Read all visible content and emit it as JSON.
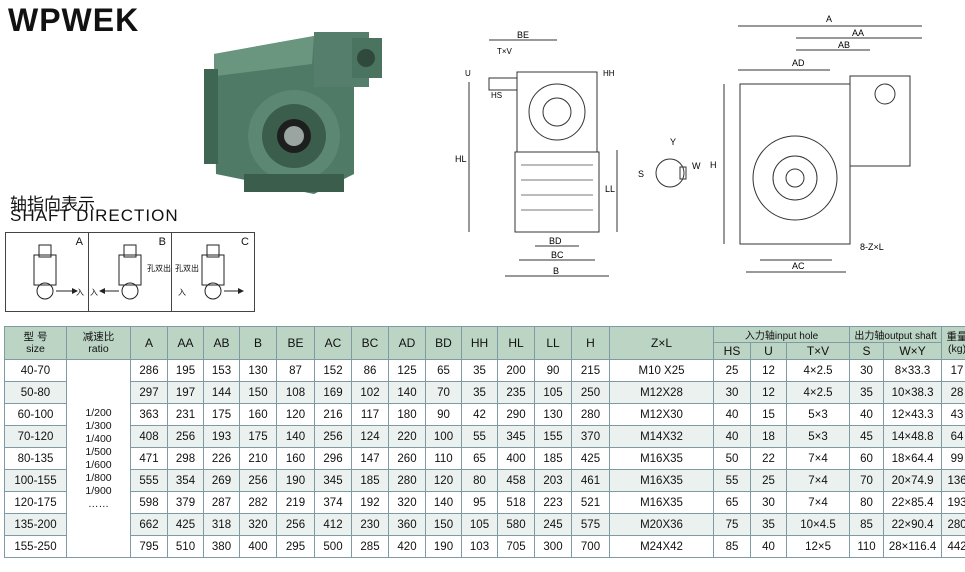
{
  "title": "WPWEK",
  "shaft_direction": {
    "label_zh": "轴指向表示",
    "label_en": "SHAFT DIRECTION",
    "cells": [
      {
        "letter": "A",
        "tags": [
          "入"
        ]
      },
      {
        "letter": "B",
        "tags": [
          "孔双出",
          "入"
        ]
      },
      {
        "letter": "C",
        "tags": [
          "孔双出",
          "入"
        ]
      }
    ]
  },
  "drawing_labels": {
    "side": [
      "BE",
      "T×V",
      "U",
      "HS",
      "HH",
      "HL",
      "LL",
      "BD",
      "BC",
      "B"
    ],
    "key": [
      "Y",
      "W",
      "S"
    ],
    "front": [
      "A",
      "AA",
      "AB",
      "AD",
      "H",
      "AC",
      "8-Z×L"
    ]
  },
  "table": {
    "headers": {
      "size": {
        "zh": "型 号",
        "en": "size"
      },
      "ratio": {
        "zh": "减速比",
        "en": "ratio"
      },
      "cols": [
        "A",
        "AA",
        "AB",
        "B",
        "BE",
        "AC",
        "BC",
        "AD",
        "BD",
        "HH",
        "HL",
        "LL",
        "H",
        "Z×L"
      ],
      "input_group": "入力轴input hole",
      "input_cols": [
        "HS",
        "U",
        "T×V"
      ],
      "output_group": "出力轴output shaft",
      "output_cols": [
        "S",
        "W×Y"
      ],
      "weight": {
        "zh": "重量",
        "en": "(kg)"
      }
    },
    "ratios": [
      "1/200",
      "1/300",
      "1/400",
      "1/500",
      "1/600",
      "1/800",
      "1/900",
      "……"
    ],
    "rows": [
      [
        "40-70",
        "286",
        "195",
        "153",
        "130",
        "87",
        "152",
        "86",
        "125",
        "65",
        "35",
        "200",
        "90",
        "215",
        "M10 X25",
        "25",
        "12",
        "4×2.5",
        "30",
        "8×33.3",
        "17"
      ],
      [
        "50-80",
        "297",
        "197",
        "144",
        "150",
        "108",
        "169",
        "102",
        "140",
        "70",
        "35",
        "235",
        "105",
        "250",
        "M12X28",
        "30",
        "12",
        "4×2.5",
        "35",
        "10×38.3",
        "28"
      ],
      [
        "60-100",
        "363",
        "231",
        "175",
        "160",
        "120",
        "216",
        "117",
        "180",
        "90",
        "42",
        "290",
        "130",
        "280",
        "M12X30",
        "40",
        "15",
        "5×3",
        "40",
        "12×43.3",
        "43"
      ],
      [
        "70-120",
        "408",
        "256",
        "193",
        "175",
        "140",
        "256",
        "124",
        "220",
        "100",
        "55",
        "345",
        "155",
        "370",
        "M14X32",
        "40",
        "18",
        "5×3",
        "45",
        "14×48.8",
        "64"
      ],
      [
        "80-135",
        "471",
        "298",
        "226",
        "210",
        "160",
        "296",
        "147",
        "260",
        "110",
        "65",
        "400",
        "185",
        "425",
        "M16X35",
        "50",
        "22",
        "7×4",
        "60",
        "18×64.4",
        "99"
      ],
      [
        "100-155",
        "555",
        "354",
        "269",
        "256",
        "190",
        "345",
        "185",
        "280",
        "120",
        "80",
        "458",
        "203",
        "461",
        "M16X35",
        "55",
        "25",
        "7×4",
        "70",
        "20×74.9",
        "136"
      ],
      [
        "120-175",
        "598",
        "379",
        "287",
        "282",
        "219",
        "374",
        "192",
        "320",
        "140",
        "95",
        "518",
        "223",
        "521",
        "M16X35",
        "65",
        "30",
        "7×4",
        "80",
        "22×85.4",
        "193"
      ],
      [
        "135-200",
        "662",
        "425",
        "318",
        "320",
        "256",
        "412",
        "230",
        "360",
        "150",
        "105",
        "580",
        "245",
        "575",
        "M20X36",
        "75",
        "35",
        "10×4.5",
        "85",
        "22×90.4",
        "280"
      ],
      [
        "155-250",
        "795",
        "510",
        "380",
        "400",
        "295",
        "500",
        "285",
        "420",
        "190",
        "103",
        "705",
        "300",
        "700",
        "M24X42",
        "85",
        "40",
        "12×5",
        "110",
        "28×116.4",
        "442"
      ]
    ]
  }
}
